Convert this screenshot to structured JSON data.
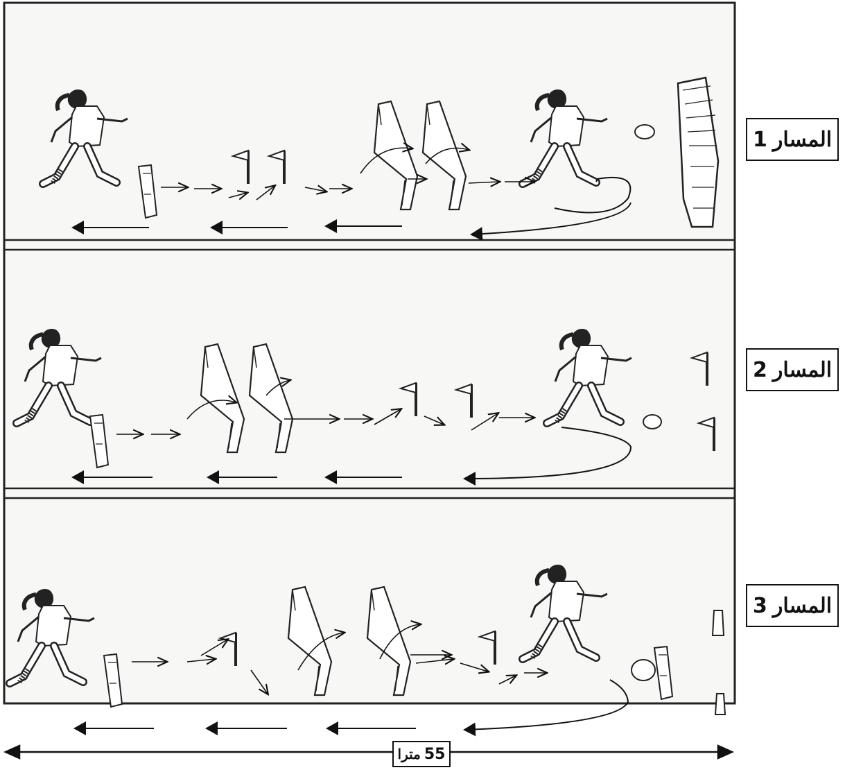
{
  "lanes": [
    {
      "number": "1",
      "label": "المسار"
    },
    {
      "number": "2",
      "label": "المسار"
    },
    {
      "number": "3",
      "label": "المسار"
    }
  ],
  "distance": {
    "value": "55",
    "unit": "مترا"
  },
  "colors": {
    "ink": "#111111",
    "paper": "#ffffff",
    "sand": "#f6f6f4"
  }
}
